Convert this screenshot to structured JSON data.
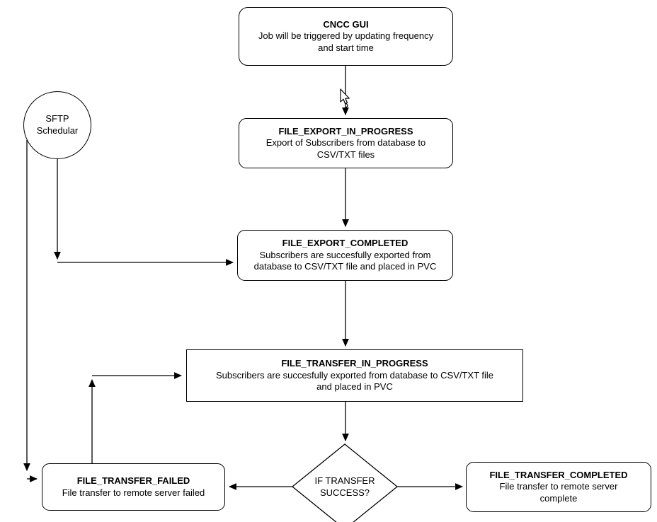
{
  "colors": {
    "stroke": "#000000",
    "background": "#ffffff",
    "text": "#000000"
  },
  "nodes": {
    "cncc": {
      "title": "CNCC GUI",
      "desc": "Job will be triggered by updating frequency and start time"
    },
    "sftp_scheduler": {
      "label": "SFTP Schedular"
    },
    "export_in_progress": {
      "title": "FILE_EXPORT_IN_PROGRESS",
      "desc": "Export of Subscribers from database to CSV/TXT files"
    },
    "export_completed": {
      "title": "FILE_EXPORT_COMPLETED",
      "desc": "Subscribers are succesfully exported from database to CSV/TXT file and placed in PVC"
    },
    "transfer_in_progress": {
      "title": "FILE_TRANSFER_IN_PROGRESS",
      "desc": "Subscribers are succesfully exported from database to CSV/TXT file and placed in PVC"
    },
    "decision": {
      "label": "IF TRANSFER SUCCESS?"
    },
    "transfer_failed": {
      "title": "FILE_TRANSFER_FAILED",
      "desc": "File transfer to remote server failed"
    },
    "transfer_completed": {
      "title": "FILE_TRANSFER_COMPLETED",
      "desc": "File transfer to remote server complete"
    }
  }
}
